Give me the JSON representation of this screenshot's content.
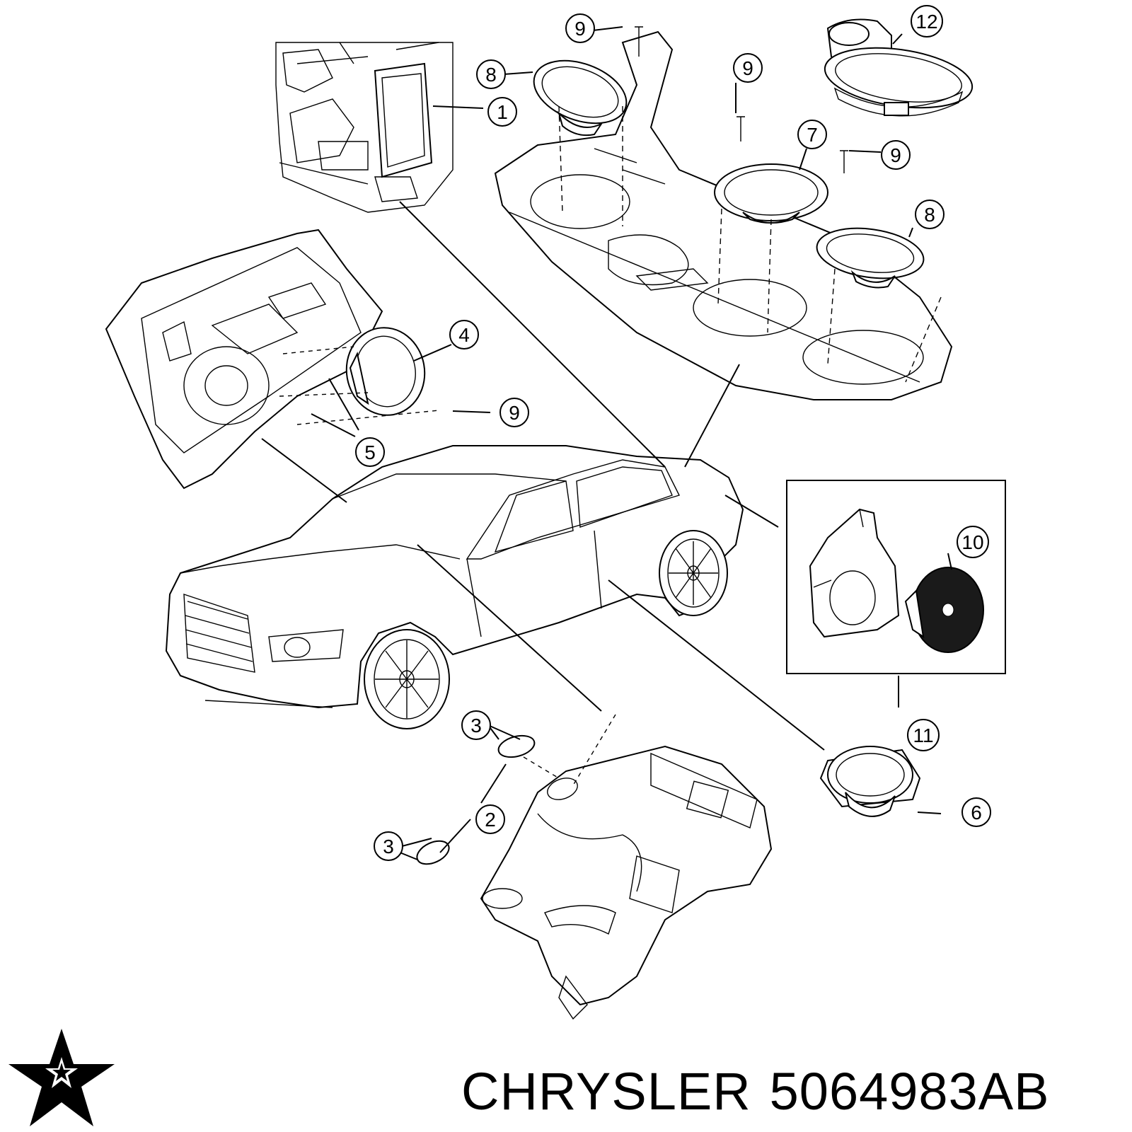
{
  "diagram": {
    "callouts": [
      "1",
      "2",
      "3",
      "3",
      "4",
      "5",
      "6",
      "7",
      "8",
      "8",
      "9",
      "9",
      "9",
      "9",
      "10",
      "11",
      "12"
    ]
  },
  "footer": {
    "brand": "CHRYSLER",
    "part_number": "5064983AB"
  },
  "logo": {
    "icon": "chrysler-pentastar-icon"
  }
}
